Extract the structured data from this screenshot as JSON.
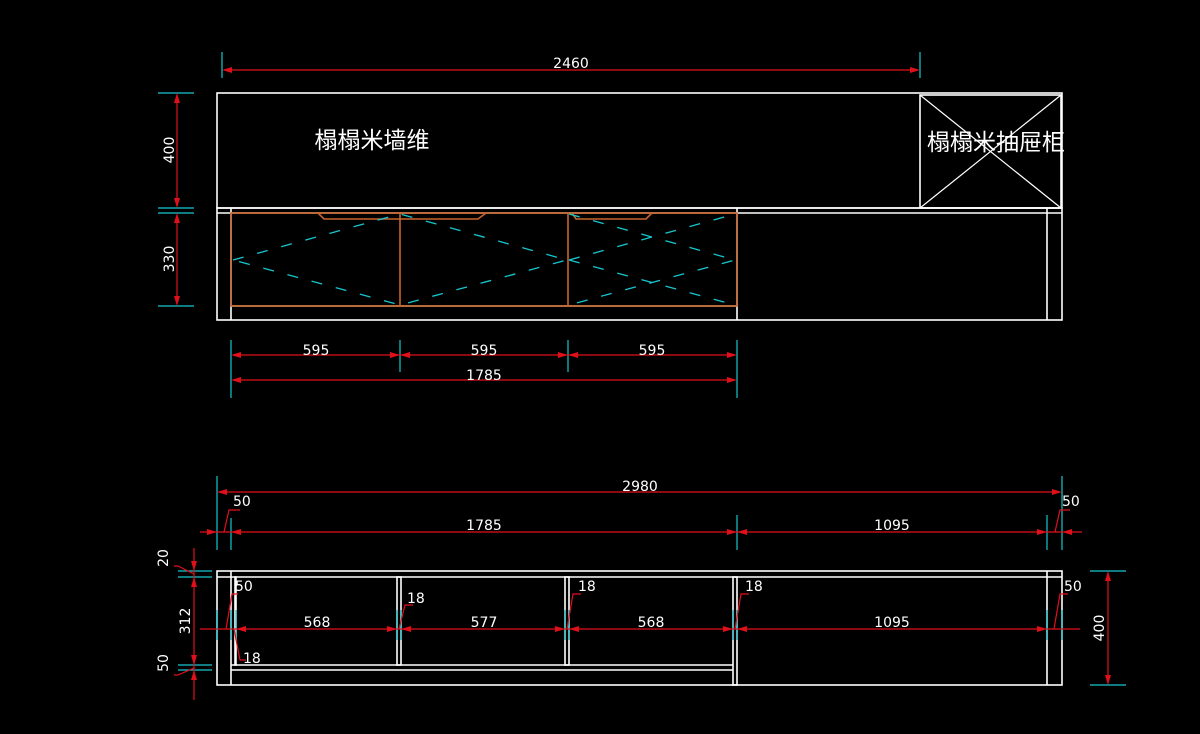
{
  "colors": {
    "background": "#000000",
    "outline": "#ffffff",
    "dimension_line": "#e0101a",
    "extension_line": "#16c7cf",
    "door_outline": "#c8642a",
    "door_swing_marks": "#16c7cf"
  },
  "elevation": {
    "label_tatami_wall": "榻榻米墙维",
    "label_tatami_drawer_cabinet": "榻榻米抽屉柜",
    "dim_top_width": "2460",
    "dim_left_height_upper": "400",
    "dim_left_height_lower": "330",
    "dim_door_1": "595",
    "dim_door_2": "595",
    "dim_door_3": "595",
    "dim_doors_total": "1785"
  },
  "plan": {
    "dim_overall_width": "2980",
    "dim_left_side": "50",
    "dim_right_side": "50",
    "dim_cabinet_section": "1785",
    "dim_open_section": "1095",
    "dim_top_board": "20",
    "dim_inner_depth": "312",
    "dim_bottom_kick": "50",
    "dim_total_depth": "400",
    "dim_inner_left_panel": "50",
    "dim_inner_left_board": "18",
    "dim_divider_1": "18",
    "dim_divider_2": "18",
    "dim_divider_3": "18",
    "dim_inner_right_panel": "50",
    "dim_bay_1": "568",
    "dim_bay_2": "577",
    "dim_bay_3": "568",
    "dim_bay_4": "1095"
  }
}
